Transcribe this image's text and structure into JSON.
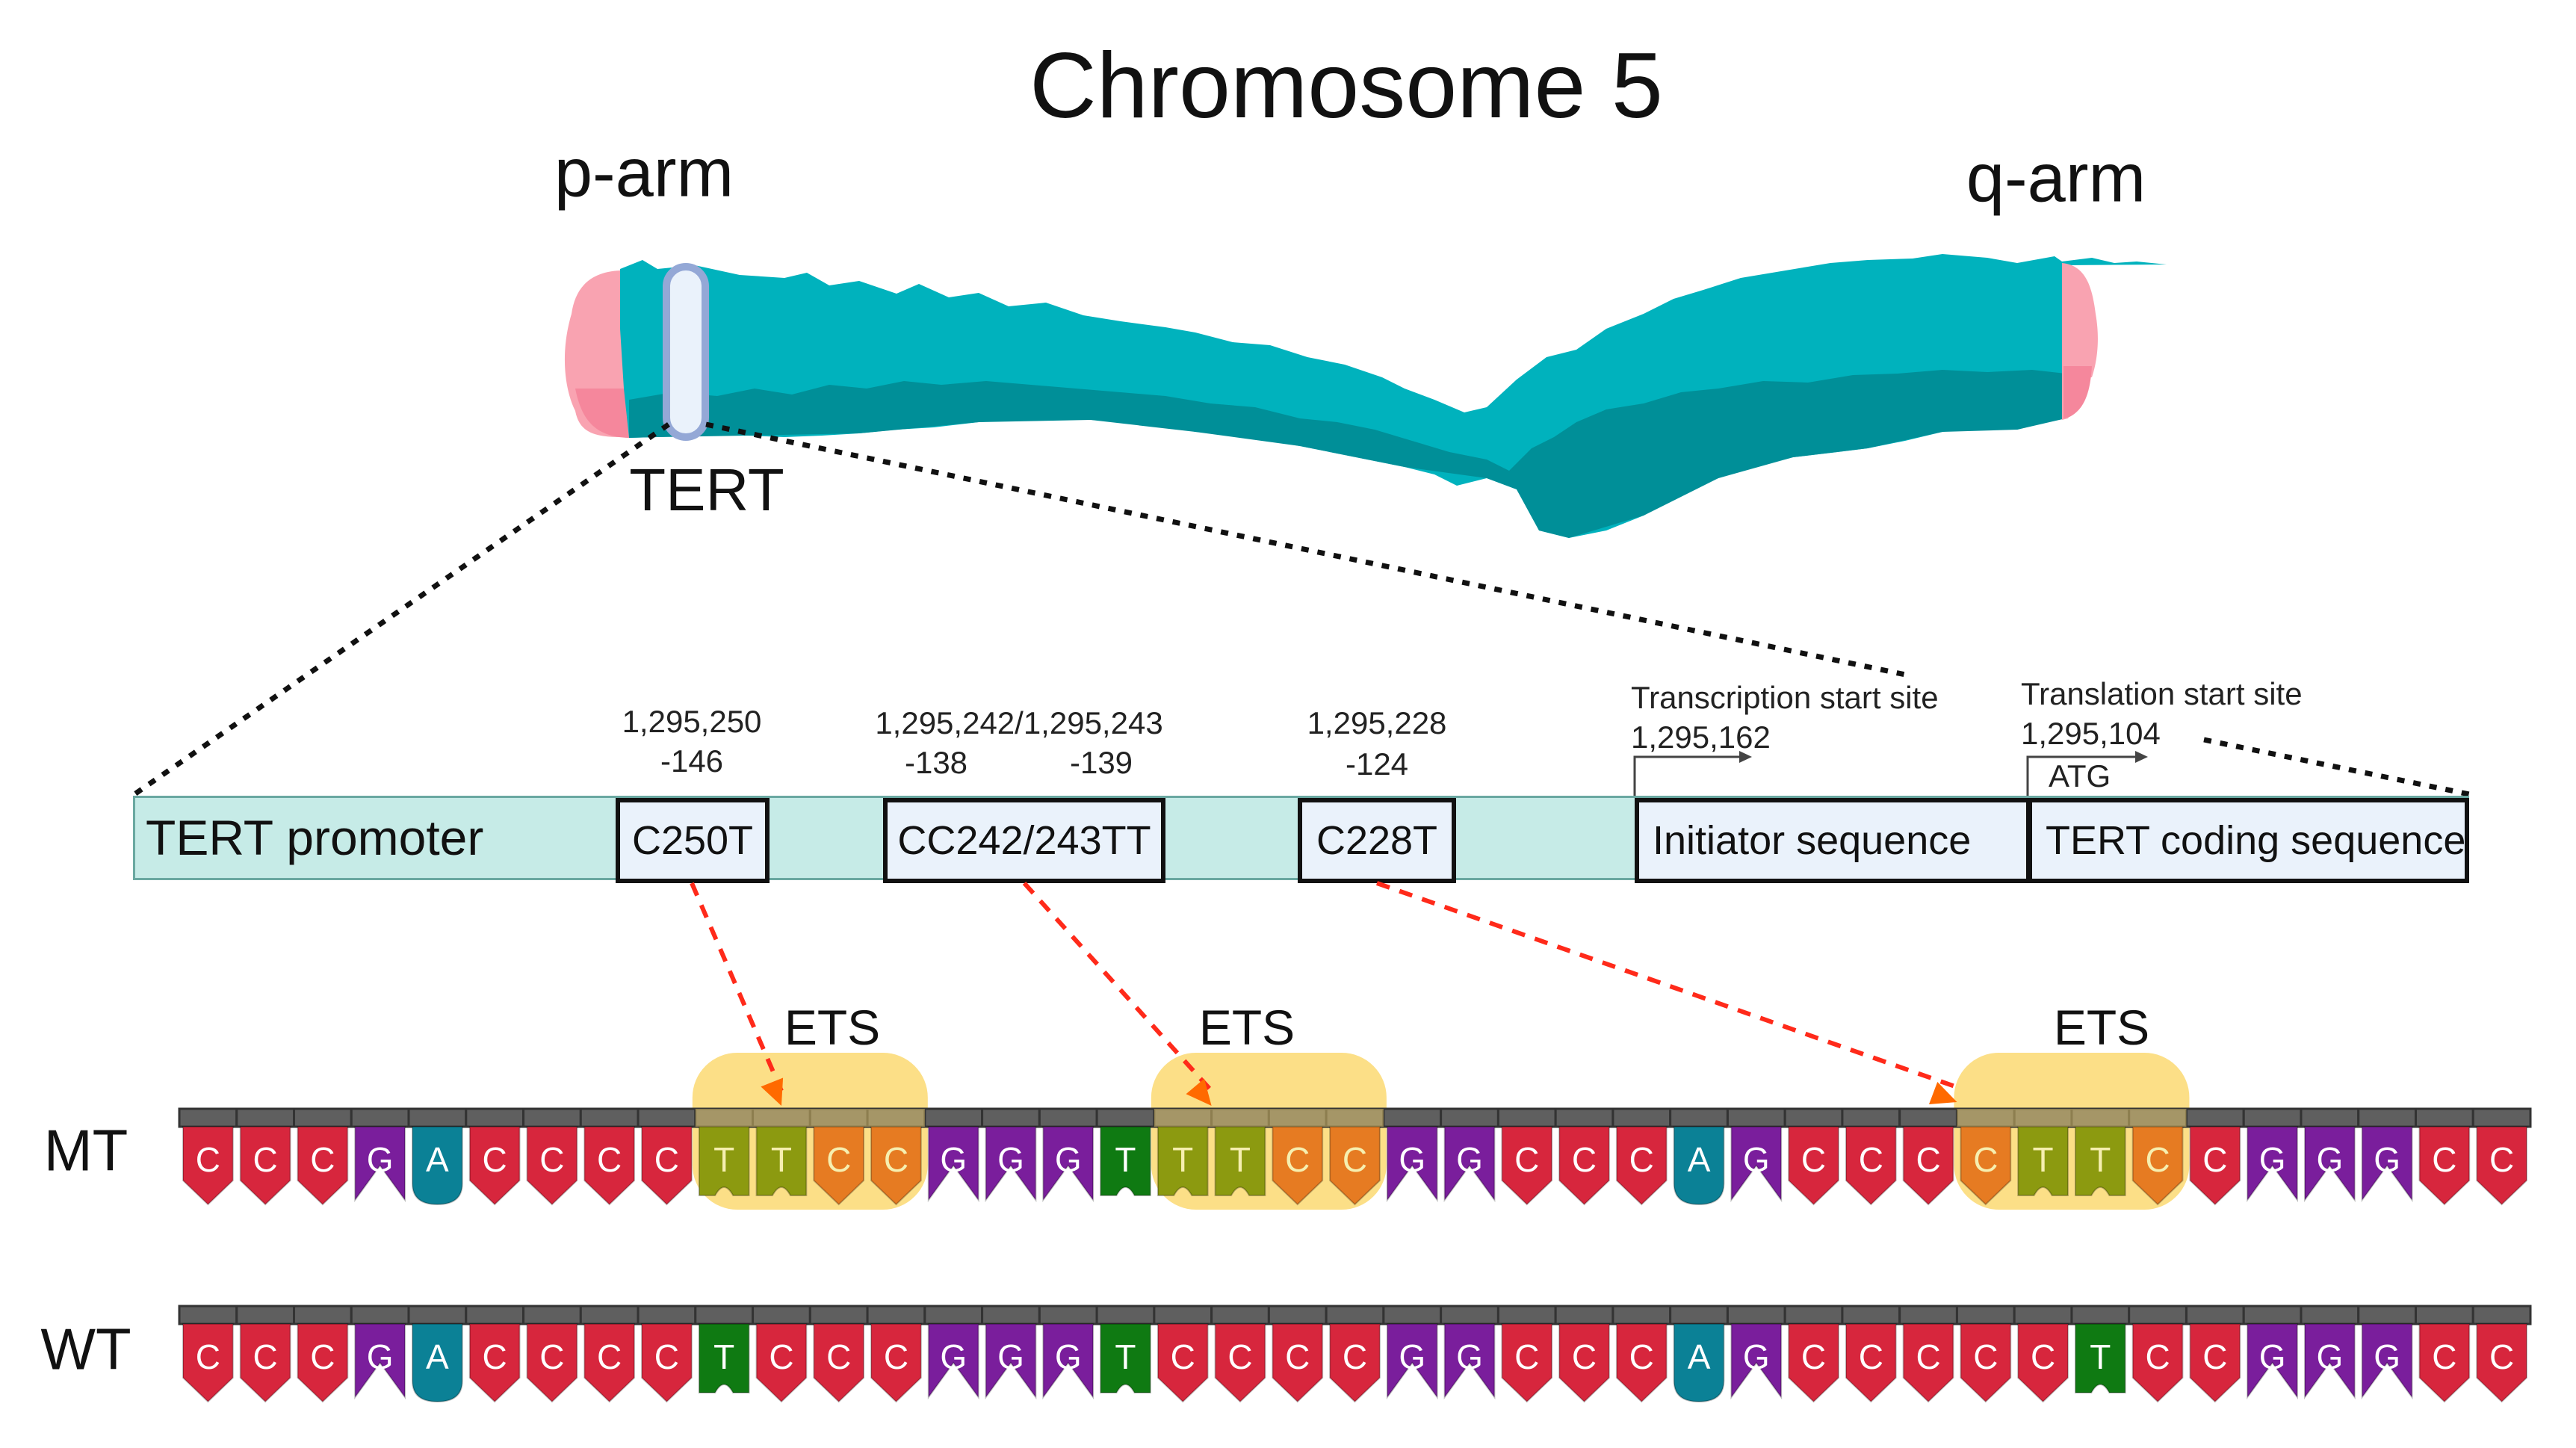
{
  "title": "Chromosome 5",
  "chromosome": {
    "p_arm_label": "p-arm",
    "q_arm_label": "q-arm",
    "gene_label": "TERT",
    "colors": {
      "body": "#00b2bd",
      "body_shadow": "#008f98",
      "telomere": "#f9a3b1",
      "gene_band_fill": "#eaf2fb",
      "gene_band_stroke": "#94a8d6"
    }
  },
  "promoter": {
    "label": "TERT promoter",
    "bar_color": "#c6ebe7",
    "mutations": [
      {
        "label": "C250T",
        "coordinate": "1,295,250",
        "offsets": [
          "-146"
        ]
      },
      {
        "label": "CC242/243TT",
        "coordinate": "1,295,242/1,295,243",
        "offsets": [
          "-138",
          "-139"
        ]
      },
      {
        "label": "C228T",
        "coordinate": "1,295,228",
        "offsets": [
          "-124"
        ]
      }
    ],
    "regions": [
      {
        "label": "Initiator sequence",
        "site_title": "Transcription start site",
        "site_coordinate": "1,295,162"
      },
      {
        "label": "TERT coding sequence",
        "site_title": "Translation start site",
        "site_coordinate": "1,295,104",
        "codon": "ATG"
      }
    ]
  },
  "ets_label": "ETS",
  "sequences": {
    "mt": {
      "label": "MT",
      "bases": "CCCGACCCCTTCCGGGTTTCCGGCCCAGCCCCTTCCGGGCC"
    },
    "wt": {
      "label": "WT",
      "bases": "CCCGACCCCTCCCGGGTCCCCGGCCCAGCCCCCTCCGGGCC"
    },
    "ets_sites": [
      {
        "label": "ETS",
        "start": 9,
        "end": 12
      },
      {
        "label": "ETS",
        "start": 17,
        "end": 20
      },
      {
        "label": "ETS",
        "start": 31,
        "end": 34
      }
    ]
  },
  "base_colors": {
    "C": "#d7263d",
    "G": "#7a1e9c",
    "A": "#0b8196",
    "T": "#0f7a12",
    "T_mut": "#8c9a10",
    "C_mut": "#e67b22",
    "backbone": "#5f5f5f",
    "highlight": "#fbd972",
    "arrow": "#ff2a1a"
  }
}
